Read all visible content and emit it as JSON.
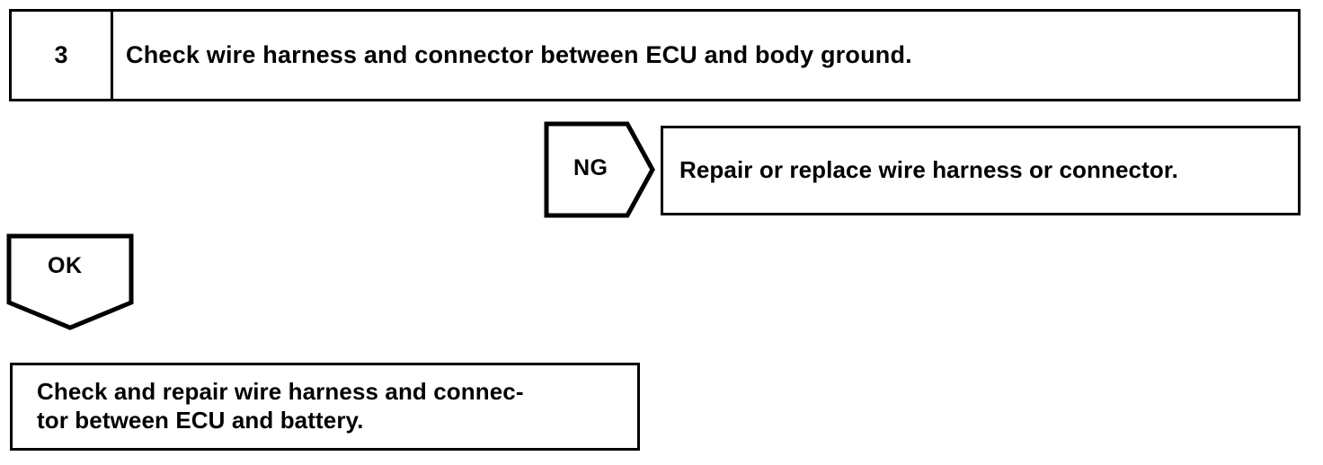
{
  "diagram": {
    "type": "troubleshooting-flowchart",
    "ink_color": "#000000",
    "background_color": "#ffffff",
    "step": {
      "number": "3",
      "instruction": "Check wire harness and connector between ECU and body ground."
    },
    "branches": [
      {
        "label": "NG",
        "direction": "right",
        "target": "Repair or replace wire harness or connector."
      },
      {
        "label": "OK",
        "direction": "down",
        "target": "Check and repair wire harness and connec-\ntor between ECU and battery."
      }
    ],
    "ng_result": {
      "text": "Repair or replace wire harness or connector."
    },
    "ok_result": {
      "line1": "Check and repair wire harness and connec-",
      "line2": "tor between ECU and battery."
    }
  }
}
